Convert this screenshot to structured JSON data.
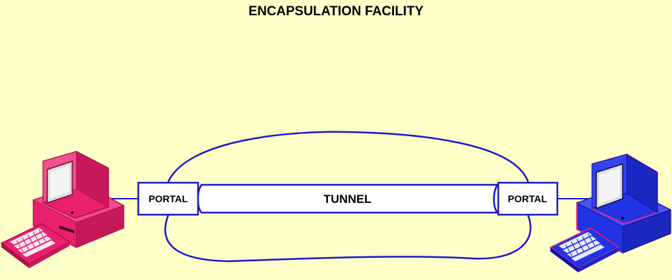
{
  "title": "ENCAPSULATION FACILITY",
  "left_portal": {
    "label": "PORTAL"
  },
  "right_portal": {
    "label": "PORTAL"
  },
  "tunnel": {
    "label": "TUNNEL"
  },
  "left_computer": {
    "icon": "desktop-computer-icon",
    "color": "#EE2277"
  },
  "right_computer": {
    "icon": "desktop-computer-icon",
    "color": "#2233EE"
  },
  "colors": {
    "background": "#FFFFC8",
    "line": "#1A1ACC",
    "box_fill": "#FFFFFF"
  }
}
